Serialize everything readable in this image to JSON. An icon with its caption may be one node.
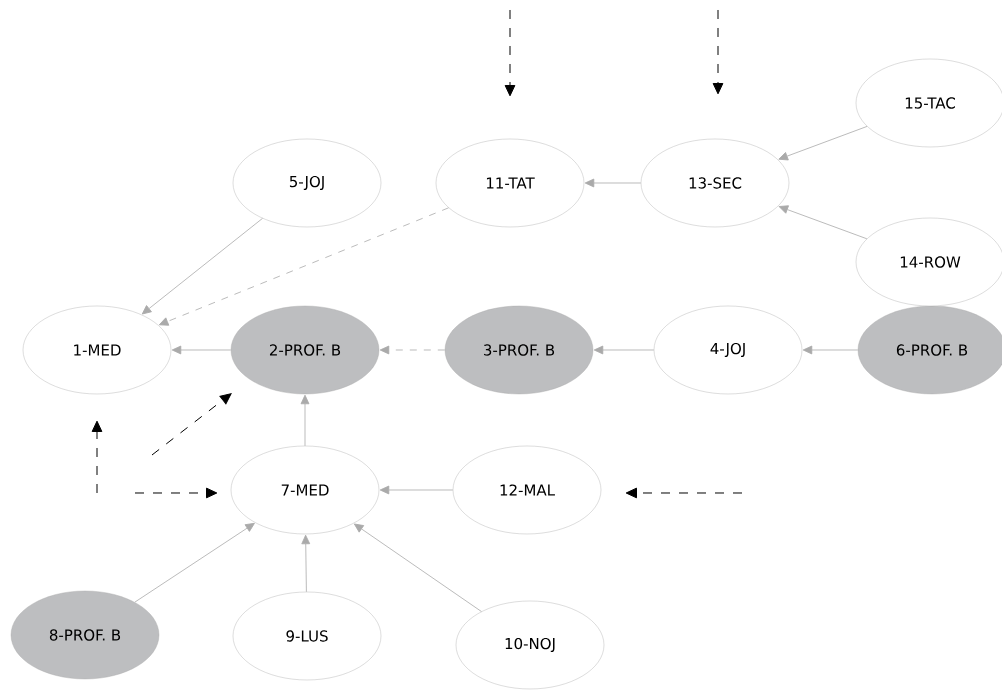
{
  "diagram": {
    "nodes": [
      {
        "text": [
          "1-MED"
        ]
      },
      {
        "text": [
          "2-PROF. B"
        ]
      },
      {
        "text": [
          "3-PROF. B"
        ]
      },
      {
        "text": [
          "4-JOJ"
        ]
      },
      {
        "text": [
          "5-JOJ"
        ]
      },
      {
        "text": [
          "6-PROF. B"
        ]
      },
      {
        "text": [
          "7-MED"
        ]
      },
      {
        "text": [
          "8-PROF. B"
        ]
      },
      {
        "text": [
          "9-LUS"
        ]
      },
      {
        "text": [
          "10-NOJ"
        ]
      },
      {
        "text": [
          "11-TAT"
        ]
      },
      {
        "text": [
          "12-MAL"
        ]
      },
      {
        "text": [
          "13-SEC"
        ]
      },
      {
        "text": [
          "14-ROW"
        ]
      },
      {
        "text": [
          "15-TAC"
        ]
      }
    ],
    "edges": [
      {
        "from": 4,
        "to": 0,
        "arrow": "to"
      },
      {
        "from": 10,
        "to": 0,
        "arrow": "to",
        "style": "dashed"
      },
      {
        "from": 12,
        "to": 10,
        "arrow": "to"
      },
      {
        "from": 14,
        "to": 12,
        "arrow": "to"
      },
      {
        "from": 13,
        "to": 12,
        "arrow": "to"
      },
      {
        "from": 1,
        "to": 0,
        "arrow": "to"
      },
      {
        "from": 2,
        "to": 1,
        "arrow": "to",
        "style": "dashed"
      },
      {
        "from": 3,
        "to": 2,
        "arrow": "to"
      },
      {
        "from": 5,
        "to": 3,
        "arrow": "to"
      },
      {
        "from": 6,
        "to": 1,
        "arrow": "to"
      },
      {
        "from": 11,
        "to": 6,
        "arrow": "to"
      },
      {
        "from": 7,
        "to": 6,
        "arrow": "to"
      },
      {
        "from": 8,
        "to": 6,
        "arrow": "to"
      },
      {
        "from": 9,
        "to": 6,
        "arrow": "to"
      }
    ]
  }
}
